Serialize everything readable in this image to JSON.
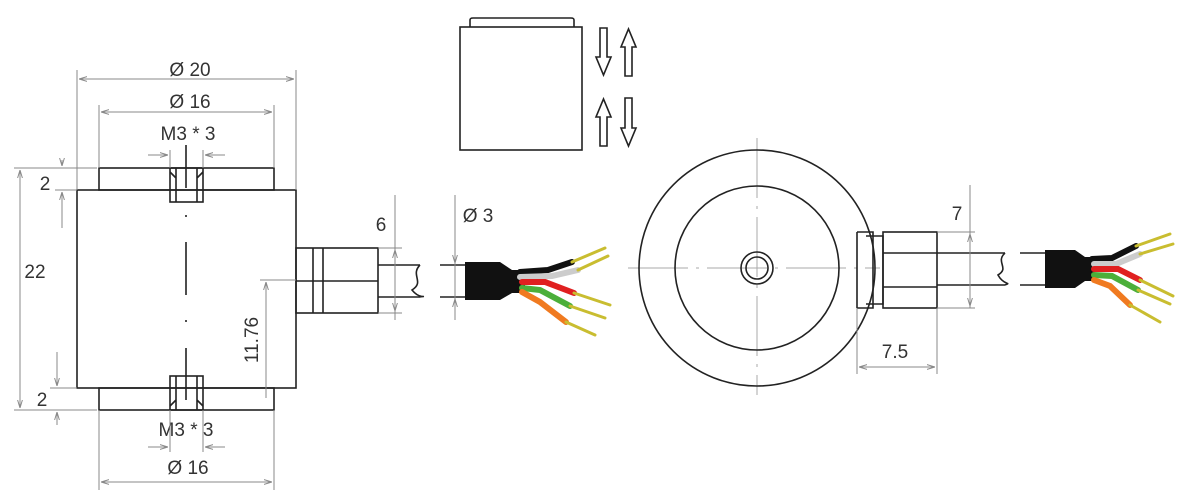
{
  "dimensions": {
    "outer_diameter": "Ø 20",
    "flange_diameter_top": "Ø 16",
    "flange_diameter_bottom": "Ø 16",
    "thread_top": "M3 * 3",
    "thread_bottom": "M3 * 3",
    "height": "22",
    "flange_top": "2",
    "flange_bottom": "2",
    "cable_height": "11.76",
    "connector_side": "6",
    "cable_diameter": "Ø 3",
    "connector_width": "7",
    "connector_length": "7.5"
  },
  "wire_colors": [
    "#111111",
    "#ffffff",
    "#e02020",
    "#4caf3a",
    "#f07a20"
  ],
  "pin_color": "#e6dc4a"
}
